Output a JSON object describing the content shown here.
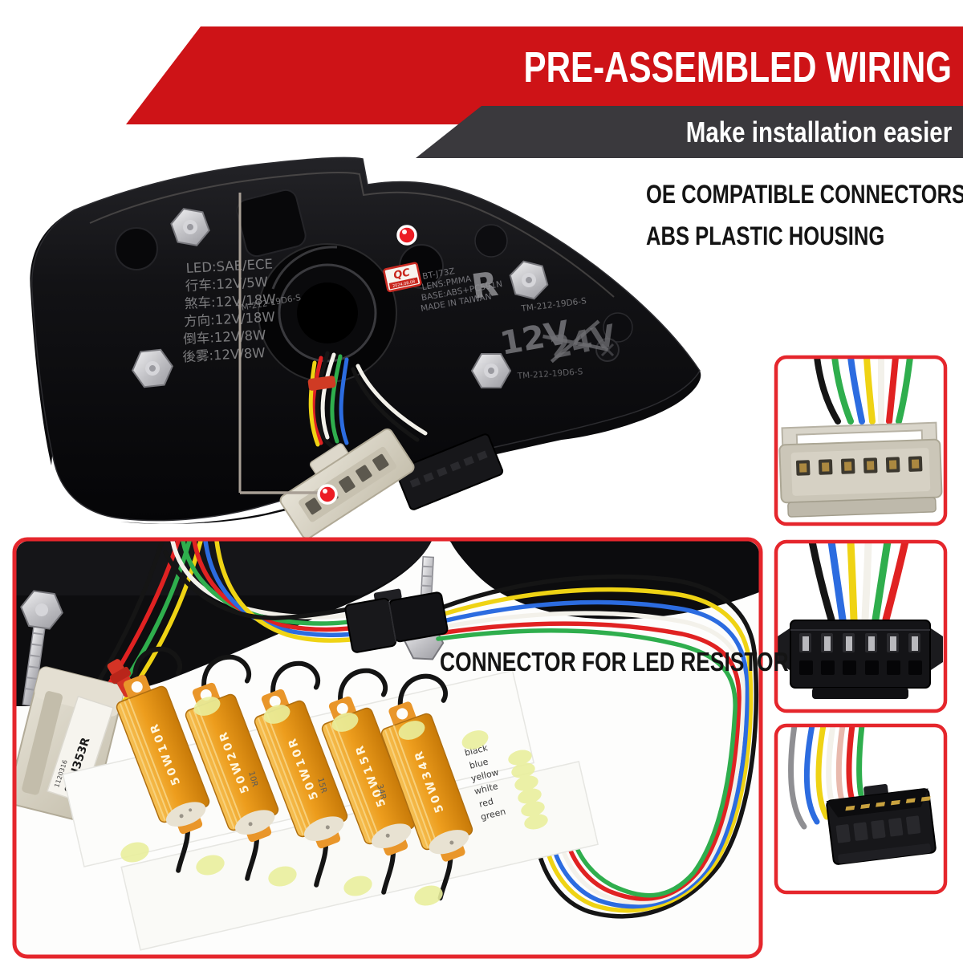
{
  "header": {
    "title": "PRE-ASSEMBLED WIRING",
    "subtitle": "Make installation easier"
  },
  "callouts": {
    "oe_connectors": "OE COMPATIBLE CONNECTORS",
    "abs_housing": "ABS PLASTIC HOUSING",
    "led_resistor": "CONNECTOR FOR LED RESISTOR"
  },
  "housing_markings": {
    "spec_lines": [
      "LED:SAE/ECE",
      "行车:12V/5W",
      "煞车:12V/18W",
      "方向:12V/18W",
      "倒车:12V/8W",
      "後雾:12V/8W"
    ],
    "part_number": "TM-212-19D6-S",
    "qc_label": "QC",
    "qc_date": "2024.08.08",
    "mold_lines": [
      "BT-J73Z",
      "LENS:PMMA",
      "BASE:ABS+PC591N",
      "MADE IN TAIWAN"
    ],
    "side_letter": "R",
    "voltage": "12V",
    "voltage_crossed": "24V"
  },
  "lower_photo": {
    "resistor_labels": [
      "50W10R",
      "50W20R",
      "50W10R",
      "50W15R",
      "50W34R"
    ],
    "paper_value_labels": [
      "10R",
      "15R",
      "34R"
    ],
    "wire_color_labels": [
      "black",
      "blue",
      "yellow",
      "white",
      "red",
      "green"
    ],
    "connector_sticker_line1": "1120316",
    "connector_sticker_line2": "SYN353R"
  },
  "colors": {
    "accent_red": "#ce1317",
    "banner_dark": "#3a393d",
    "callout_red": "#cc2026",
    "callout_gray": "#a89f95",
    "inset_border": "#e5262c"
  }
}
